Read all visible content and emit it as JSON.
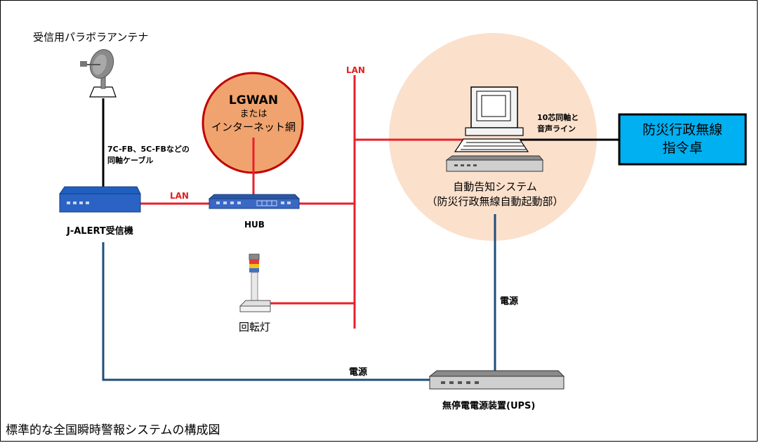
{
  "title": "標準的な全国瞬時警報システムの構成図",
  "antenna": {
    "label": "受信用パラボラアンテナ"
  },
  "coax_cable": {
    "line1": "7C-FB、5C-FBなどの",
    "line2": "同軸ケーブル"
  },
  "jalert": {
    "label": "J-ALERT受信機"
  },
  "lan_label_1": "LAN",
  "lan_label_2": "LAN",
  "hub": {
    "label": "HUB"
  },
  "lgwan": {
    "line1": "LGWAN",
    "line2": "または",
    "line3": "インターネット網"
  },
  "auto_system": {
    "line1": "自動告知システム",
    "line2": "（防災行政無線自動起動部）"
  },
  "coax_audio": {
    "line1": "10芯同軸と",
    "line2": "音声ライン"
  },
  "radio_console": {
    "line1": "防災行政無線",
    "line2": "指令卓"
  },
  "rotating_light": {
    "label": "回転灯"
  },
  "power_label_1": "電源",
  "power_label_2": "電源",
  "ups": {
    "label": "無停電電源装置(UPS)"
  },
  "colors": {
    "lan_line": "#e8202a",
    "power_line": "#1f4e79",
    "lgwan_fill": "#f0a36e",
    "system_bg": "#fbe0cc",
    "console_fill": "#00b0f0",
    "device_blue": "#2a63c4"
  }
}
